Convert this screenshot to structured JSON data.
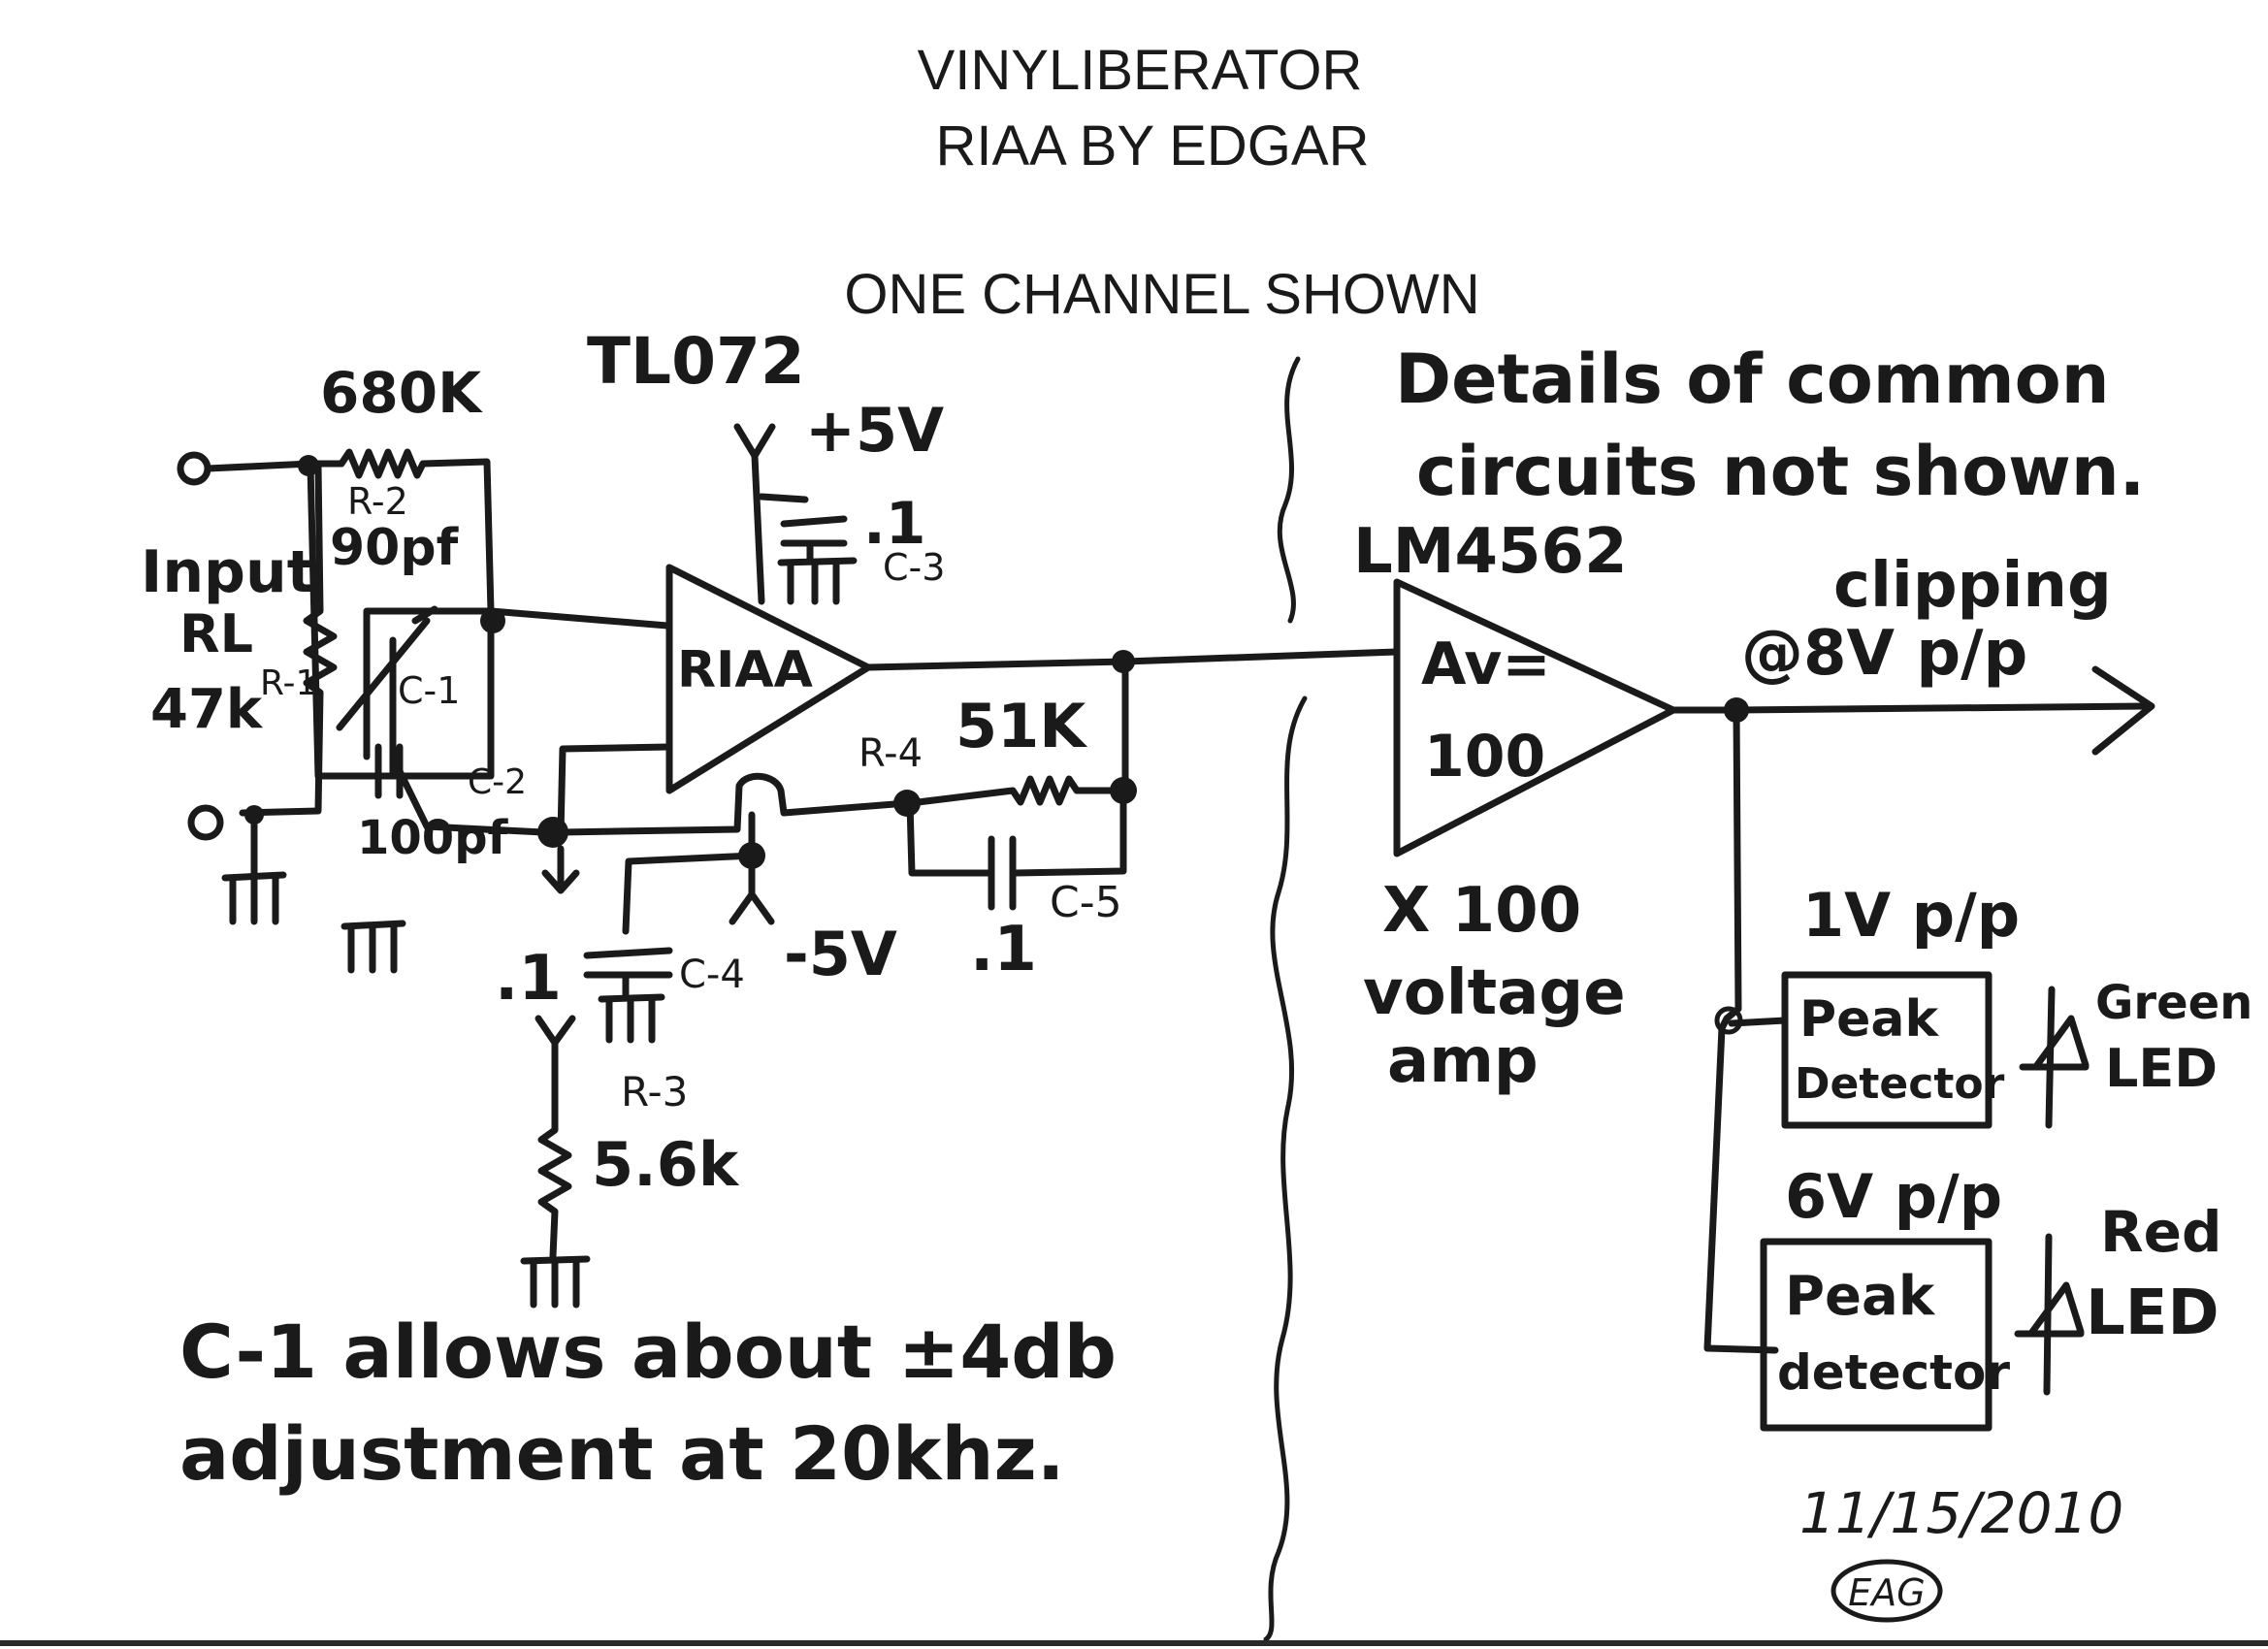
{
  "header": {
    "title": "VINYLIBERATOR",
    "subtitle": "RIAA BY EDGAR",
    "note": "ONE CHANNEL SHOWN"
  },
  "labels": {
    "r2_value": "680K",
    "opamp1_part": "TL072",
    "pos_supply": "+5V",
    "c3_value": ".1",
    "c3_ref": "C-3",
    "r2_ref": "R-2",
    "c1_value": "90pf",
    "input": "Input",
    "rl": "RL",
    "r1_value": "47k",
    "r1_ref": "R-1",
    "c1_ref": "C-1",
    "c2_ref": "C-2",
    "c2_value": "100pf",
    "opamp1_label": "RIAA",
    "r4_ref": "R-4",
    "r4_value": "51K",
    "c5_ref": "C-5",
    "c5_value": ".1",
    "neg_supply": "-5V",
    "c4_ref": "C-4",
    "c4_value": ".1",
    "r3_ref": "R-3",
    "r3_value": "5.6k",
    "common_note_line1": "Details of common",
    "common_note_line2": "circuits not shown.",
    "opamp2_part": "LM4562",
    "opamp2_gain": "Av=",
    "opamp2_gain_value": "100",
    "amp_desc_line1": "X 100",
    "amp_desc_line2": "voltage",
    "amp_desc_line3": "amp",
    "clipping_line1": "clipping",
    "clipping_line2": "@8V p/p",
    "detector1_threshold": "1V p/p",
    "detector1_line1": "Peak",
    "detector1_line2": "Detector",
    "led1_line1": "Green",
    "led1_line2": "LED",
    "detector2_threshold": "6V p/p",
    "detector2_line1": "Peak",
    "detector2_line2": "detector",
    "led2_line1": "Red",
    "led2_line2": "LED",
    "footnote_line1": "C-1 allows about ±4db",
    "footnote_line2": "adjustment at 20khz.",
    "date": "11/15/2010",
    "initials": "EAG"
  }
}
